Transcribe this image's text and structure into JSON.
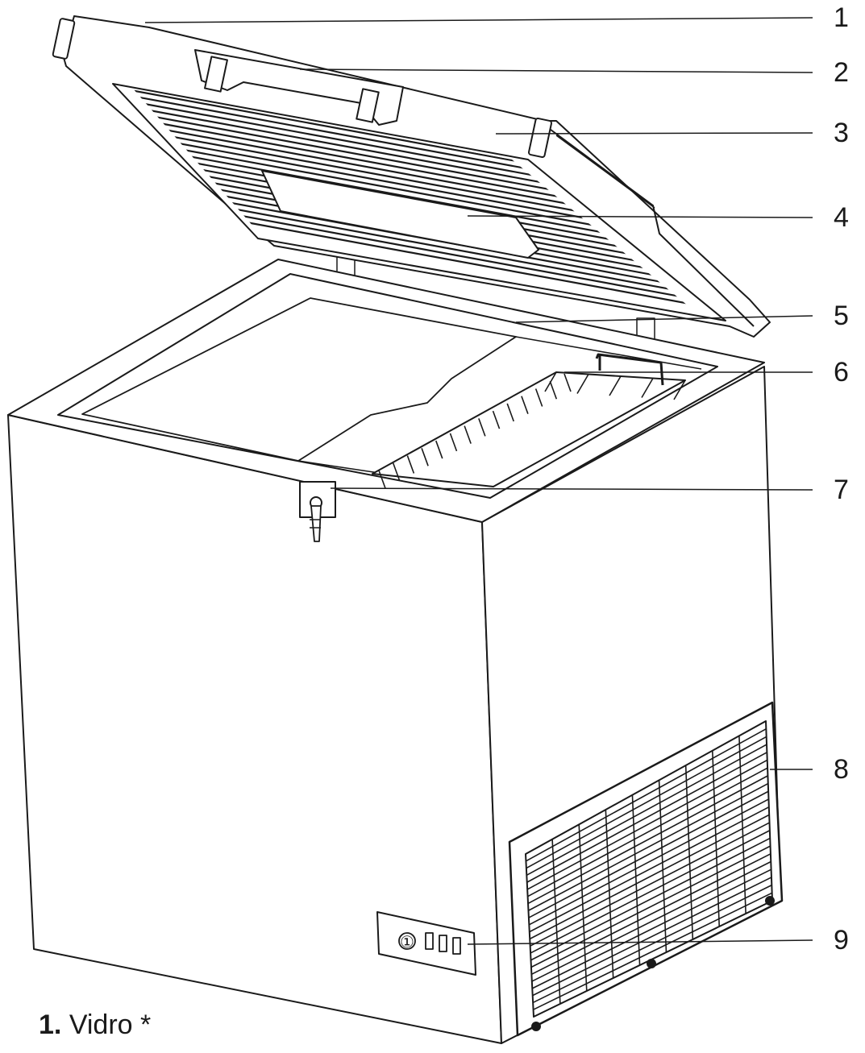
{
  "callouts": [
    {
      "number": "1"
    },
    {
      "number": "2"
    },
    {
      "number": "3"
    },
    {
      "number": "4"
    },
    {
      "number": "5"
    },
    {
      "number": "6"
    },
    {
      "number": "7"
    },
    {
      "number": "8"
    },
    {
      "number": "9"
    }
  ],
  "caption": {
    "number": "1.",
    "text": "Vidro *"
  },
  "control_panel": {
    "symbol": "①"
  },
  "colors": {
    "line": "#1a1a1a",
    "background": "#ffffff",
    "surface": "#ffffff"
  }
}
